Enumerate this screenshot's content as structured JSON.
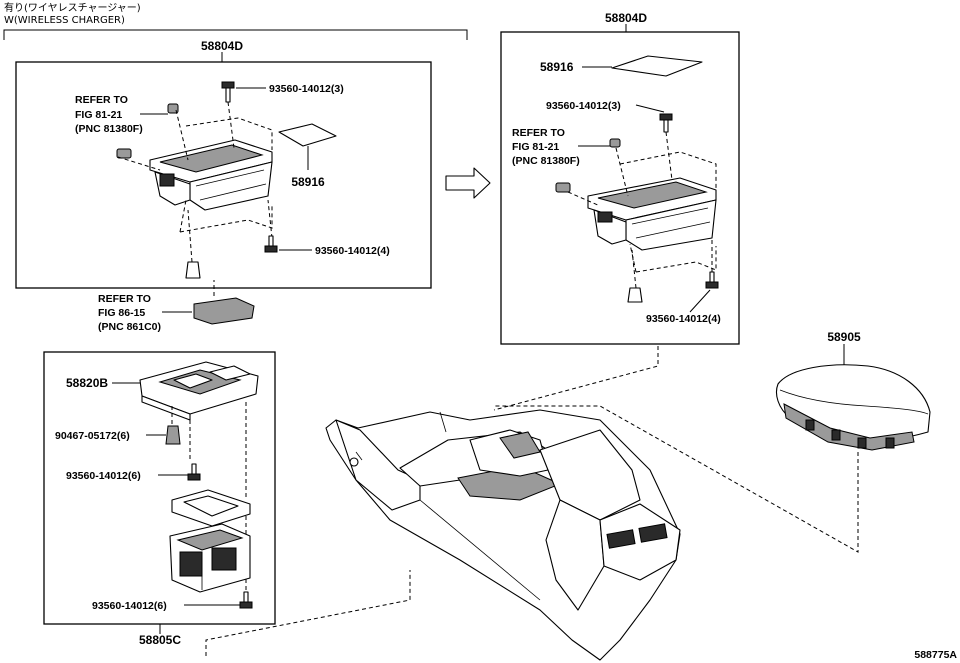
{
  "header": {
    "line1": "有り(ワイヤレスチャージャー)",
    "line2": "W(WIRELESS CHARGER)"
  },
  "left_group": {
    "assembly_no": "58804D",
    "refer_top": [
      "REFER TO",
      "FIG 81-21",
      "(PNC 81380F)"
    ],
    "bolt_top": "93560-14012(3)",
    "pad": "58916",
    "bolt_bottom": "93560-14012(4)",
    "refer_bottom": [
      "REFER TO",
      "FIG 86-15",
      "(PNC 861C0)"
    ]
  },
  "right_group": {
    "assembly_no": "58804D",
    "pad": "58916",
    "bolt_top": "93560-14012(3)",
    "refer": [
      "REFER TO",
      "FIG 81-21",
      "(PNC 81380F)"
    ],
    "bolt_bottom": "93560-14012(4)"
  },
  "lower_group": {
    "panel": "58820B",
    "clip": "90467-05172(6)",
    "bolt_a": "93560-14012(6)",
    "bolt_b": "93560-14012(6)",
    "assembly_no": "58805C"
  },
  "armrest": "58905",
  "figure_id": "588775A",
  "icons": {
    "arrow": "right-arrow-icon"
  }
}
